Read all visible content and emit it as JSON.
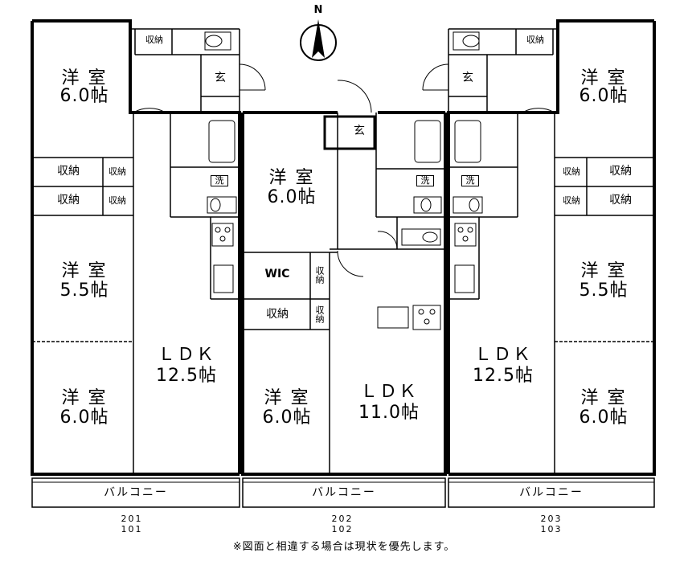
{
  "compass": {
    "label": "N"
  },
  "rooms": {
    "u1_room_a": {
      "name": "洋 室",
      "size": "6.0帖"
    },
    "u1_room_b": {
      "name": "洋 室",
      "size": "5.5帖"
    },
    "u1_room_c": {
      "name": "洋 室",
      "size": "6.0帖"
    },
    "u1_ldk": {
      "name": "ＬＤＫ",
      "size": "12.5帖"
    },
    "u2_room_a": {
      "name": "洋 室",
      "size": "6.0帖"
    },
    "u2_room_b": {
      "name": "洋 室",
      "size": "6.0帖"
    },
    "u2_ldk": {
      "name": "ＬＤＫ",
      "size": "11.0帖"
    },
    "u3_room_a": {
      "name": "洋 室",
      "size": "6.0帖"
    },
    "u3_room_b": {
      "name": "洋 室",
      "size": "5.5帖"
    },
    "u3_room_c": {
      "name": "洋 室",
      "size": "6.0帖"
    },
    "u3_ldk": {
      "name": "ＬＤＫ",
      "size": "12.5帖"
    }
  },
  "labels": {
    "storage": "収納",
    "entrance": "玄",
    "wash": "洗",
    "wic": "WIC",
    "balcony": "バルコニー"
  },
  "units": {
    "u1": {
      "upper": "201",
      "lower": "101"
    },
    "u2": {
      "upper": "202",
      "lower": "102"
    },
    "u3": {
      "upper": "203",
      "lower": "103"
    }
  },
  "note": "※図面と相違する場合は現状を優先します。"
}
